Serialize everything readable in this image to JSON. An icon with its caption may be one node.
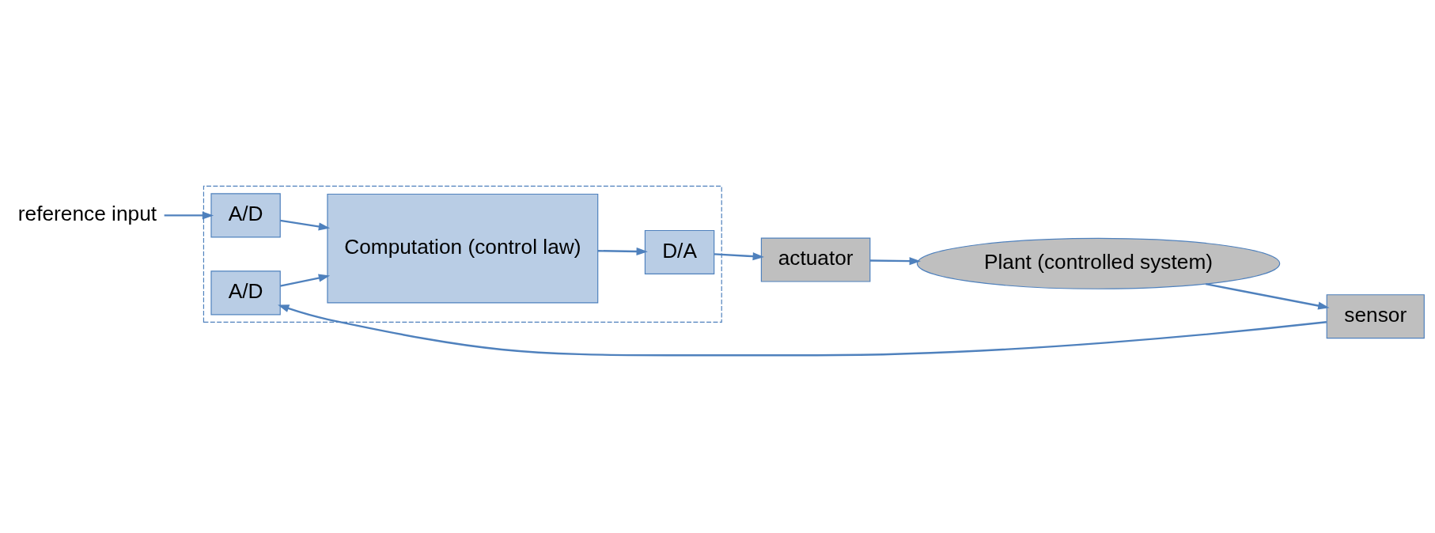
{
  "diagram": {
    "nodes": [
      {
        "text": [
          "reference input"
        ]
      },
      {
        "text": [],
        "shape": "box"
      },
      {
        "text": [
          "A/D"
        ],
        "in": 1
      },
      {
        "text": [
          "Computation (control law)"
        ],
        "in": 1
      },
      {
        "text": [
          "D/A"
        ],
        "in": 1
      },
      {
        "text": [
          "A/D"
        ],
        "in": 1
      },
      {
        "text": [
          "sensor"
        ]
      },
      {
        "text": [
          "Plant (controlled system)"
        ]
      },
      {
        "text": [
          "actuator"
        ]
      }
    ],
    "edges": [
      {
        "from": 0,
        "to": 2,
        "arrow": "to"
      },
      {
        "from": 2,
        "to": 3,
        "arrow": "to"
      },
      {
        "from": 5,
        "to": 3,
        "arrow": "to"
      },
      {
        "from": 3,
        "to": 4,
        "arrow": "to"
      },
      {
        "from": 4,
        "to": 8,
        "arrow": "to"
      },
      {
        "from": 8,
        "to": 7,
        "arrow": "to"
      },
      {
        "from": 7,
        "to": 6,
        "arrow": "to"
      },
      {
        "from": 6,
        "to": 5,
        "arrow": "to"
      }
    ]
  }
}
